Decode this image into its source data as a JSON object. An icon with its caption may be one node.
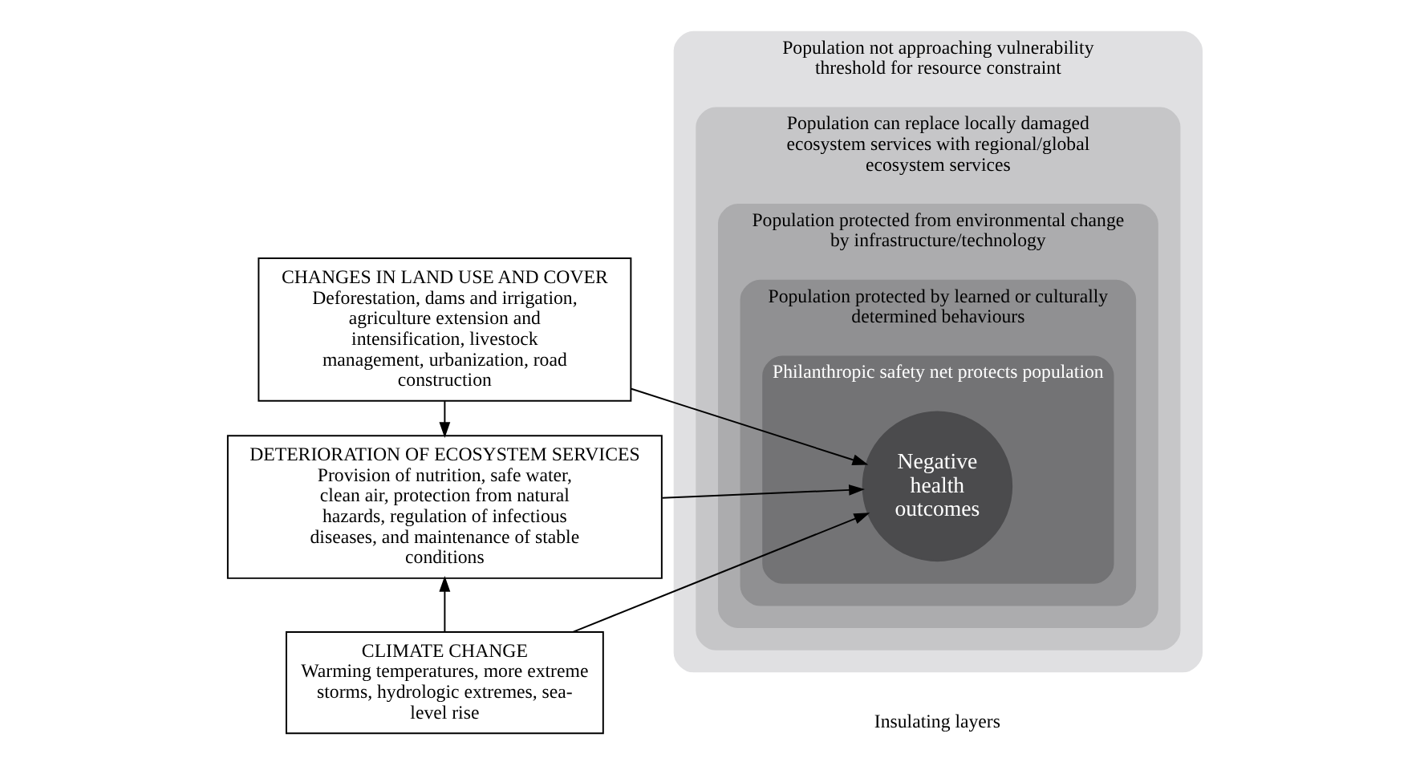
{
  "diagram": {
    "nodes": [
      {
        "text": [
          "CHANGES IN LAND USE AND COVER",
          "Deforestation, dams and irrigation, agriculture extension and intensification, livestock management, urbanization, road construction"
        ]
      },
      {
        "text": [
          "DETERIORATION OF ECOSYSTEM SERVICES",
          "Provision of nutrition, safe water, clean air, protection from natural hazards, regulation of infectious diseases, and maintenance of stable conditions"
        ]
      },
      {
        "text": [
          "CLIMATE CHANGE",
          "Warming temperatures, more extreme storms, hydrologic extremes, sea-level rise"
        ]
      },
      {
        "text": [
          "Population not approaching vulnerability threshold for resource constraint"
        ]
      },
      {
        "text": [
          "Population can replace locally damaged ecosystem services with regional/global ecosystem services"
        ],
        "in": 3
      },
      {
        "text": [
          "Population protected from environmental change by infrastructure/technology"
        ],
        "in": 4
      },
      {
        "text": [
          "Population protected by learned or culturally determined behaviours"
        ],
        "in": 5
      },
      {
        "text": [
          "Philanthropic safety net protects population"
        ],
        "in": 6
      },
      {
        "text": [
          "Negative health outcomes"
        ],
        "in": 7
      }
    ],
    "edges": [
      {
        "from": 0,
        "to": 1,
        "arrow": "to"
      },
      {
        "from": 2,
        "to": 1,
        "arrow": "to"
      },
      {
        "from": 0,
        "to": 8,
        "arrow": "to"
      },
      {
        "from": 1,
        "to": 8,
        "arrow": "to"
      },
      {
        "from": 2,
        "to": 8,
        "arrow": "to"
      }
    ],
    "labels": [
      "Insulating layers"
    ]
  }
}
